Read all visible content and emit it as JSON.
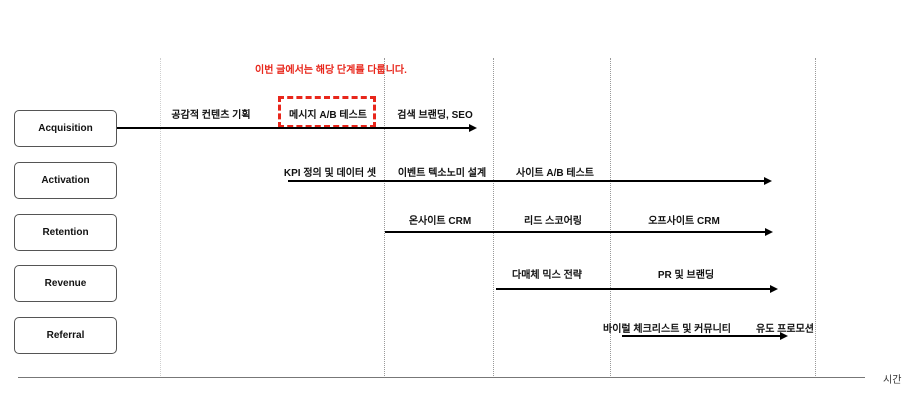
{
  "note": {
    "text": "이번 글에서는 해당 단계를 다룹니다.",
    "color": "#e8261b"
  },
  "axis": {
    "label": "시간"
  },
  "stages": [
    {
      "label": "Acquisition"
    },
    {
      "label": "Activation"
    },
    {
      "label": "Retention"
    },
    {
      "label": "Revenue"
    },
    {
      "label": "Referral"
    }
  ],
  "tasks": {
    "acquisition": [
      "공감적 컨텐츠 기획",
      "메시지 A/B 테스트",
      "검색 브랜딩, SEO"
    ],
    "activation": [
      "KPI 정의 및 데이터 셋",
      "이벤트 텍소노미 설계",
      "사이트 A/B 테스트"
    ],
    "retention": [
      "온사이트 CRM",
      "리드 스코어링",
      "오프사이트 CRM"
    ],
    "revenue": [
      "다매체 믹스 전략",
      "PR 및 브랜딩"
    ],
    "referral": [
      "바이럴 체크리스트 및 커뮤니티",
      "유도 프로모션"
    ]
  },
  "highlight": {
    "target": "메시지 A/B 테스트",
    "color": "#e8261b"
  }
}
